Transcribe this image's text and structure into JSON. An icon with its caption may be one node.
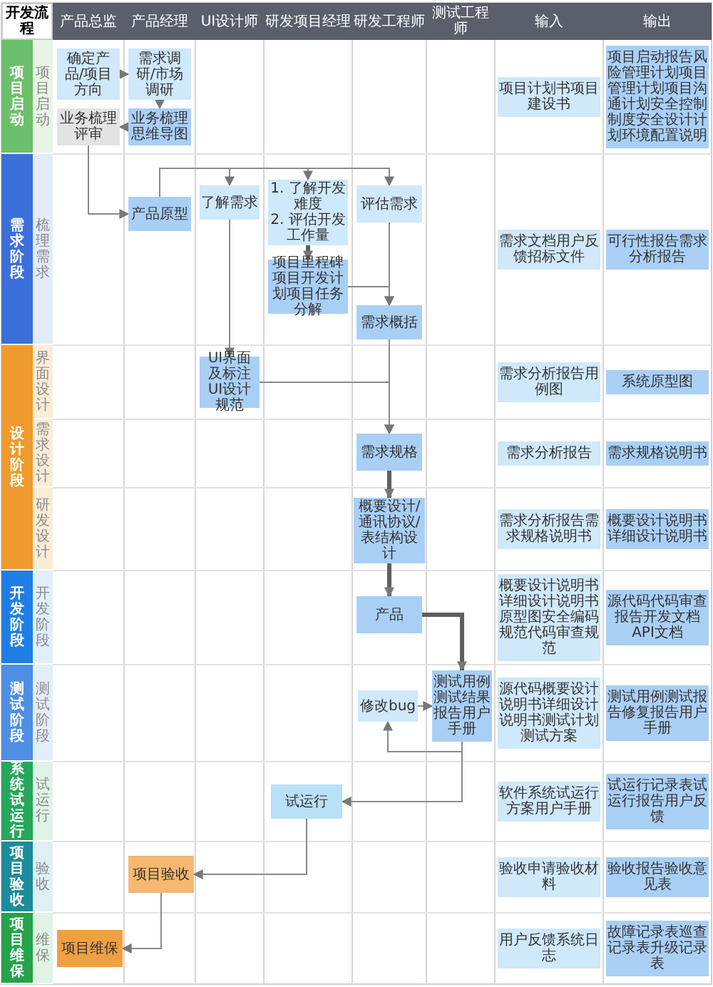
{
  "diagram": {
    "title": "开发流程",
    "nodes": [
      {
        "text": [
          "确定产品/项目方向"
        ]
      },
      {
        "text": [
          "需求调研/市场调研"
        ]
      },
      {
        "text": [
          "业务梳理思维导图"
        ]
      },
      {
        "text": [
          "业务梳理评审"
        ]
      },
      {
        "text": [
          "产品原型"
        ]
      },
      {
        "text": [
          "了解需求"
        ]
      },
      {
        "text": [
          "1. 了解开发难度",
          "2. 评估开发工作量"
        ]
      },
      {
        "text": [
          "评估需求"
        ]
      },
      {
        "text": [
          "项目里程碑项目开发计划项目任务分解"
        ]
      },
      {
        "text": [
          "需求概括"
        ]
      },
      {
        "text": [
          "UI界面及标注UI设计规范"
        ]
      },
      {
        "text": [
          "需求规格"
        ]
      },
      {
        "text": [
          "概要设计/通讯协议/表结构设计"
        ]
      },
      {
        "text": [
          "产品"
        ]
      },
      {
        "text": [
          "修改bug"
        ]
      },
      {
        "text": [
          "测试用例测试结果报告用户手册"
        ]
      },
      {
        "text": [
          "试运行"
        ]
      },
      {
        "text": [
          "项目验收"
        ]
      },
      {
        "text": [
          "项目维保"
        ]
      },
      {
        "text": [
          "项目计划书项目建设书"
        ]
      },
      {
        "text": [
          "项目启动报告风险管理计划项目管理计划项目沟通计划安全控制制度安全设计计划环境配置说明"
        ]
      },
      {
        "text": [
          "需求文档用户反馈招标文件"
        ]
      },
      {
        "text": [
          "可行性报告需求分析报告"
        ]
      },
      {
        "text": [
          "需求分析报告用例图"
        ]
      },
      {
        "text": [
          "系统原型图"
        ]
      },
      {
        "text": [
          "需求分析报告"
        ]
      },
      {
        "text": [
          "需求规格说明书"
        ]
      },
      {
        "text": [
          "需求分析报告需求规格说明书"
        ]
      },
      {
        "text": [
          "概要设计说明书详细设计说明书"
        ]
      },
      {
        "text": [
          "概要设计说明书详细设计说明书原型图安全编码规范代码审查规范"
        ]
      },
      {
        "text": [
          "源代码代码审查报告开发文档API文档"
        ]
      },
      {
        "text": [
          "源代码概要设计说明书详细设计说明书测试计划测试方案"
        ]
      },
      {
        "text": [
          "测试用例测试报告修复报告用户手册"
        ]
      },
      {
        "text": [
          "软件系统试运行方案用户手册"
        ]
      },
      {
        "text": [
          "试运行记录表试运行报告用户反馈"
        ]
      },
      {
        "text": [
          "验收申请验收材料"
        ]
      },
      {
        "text": [
          "验收报告验收意见表"
        ]
      },
      {
        "text": [
          "用户反馈系统日志"
        ]
      },
      {
        "text": [
          "故障记录表巡查记录表升级记录表"
        ]
      }
    ],
    "edges": [
      {
        "from": 0,
        "to": 1,
        "arrow": "to"
      },
      {
        "from": 1,
        "to": 2,
        "arrow": "to"
      },
      {
        "from": 2,
        "to": 3,
        "arrow": "to"
      },
      {
        "from": 3,
        "to": 4,
        "arrow": "to"
      },
      {
        "from": 4,
        "to": 5,
        "arrow": "to"
      },
      {
        "from": 4,
        "to": 6,
        "arrow": "to"
      },
      {
        "from": 4,
        "to": 7,
        "arrow": "to"
      },
      {
        "from": 5,
        "to": 10,
        "arrow": "to"
      },
      {
        "from": 6,
        "to": 8,
        "arrow": "to",
        "style": "thick"
      },
      {
        "from": 7,
        "to": 9,
        "arrow": "to"
      },
      {
        "from": 8,
        "to": 9,
        "arrow": "to"
      },
      {
        "from": 9,
        "to": 11,
        "arrow": "to"
      },
      {
        "from": 10,
        "to": 11,
        "arrow": "to"
      },
      {
        "from": 11,
        "to": 12,
        "arrow": "to",
        "style": "thick"
      },
      {
        "from": 12,
        "to": 13,
        "arrow": "to",
        "style": "thick"
      },
      {
        "from": 13,
        "to": 15,
        "arrow": "to",
        "style": "thick"
      },
      {
        "from": 14,
        "to": 15,
        "arrow": "to"
      },
      {
        "from": 15,
        "to": 14,
        "arrow": "to"
      },
      {
        "from": 15,
        "to": 16,
        "arrow": "to"
      },
      {
        "from": 16,
        "to": 17,
        "arrow": "to"
      },
      {
        "from": 17,
        "to": 18,
        "arrow": "to"
      }
    ],
    "labels": [
      "产品总监",
      "产品经理",
      "UI设计师",
      "研发项目经理",
      "研发工程师",
      "测试工程师",
      "输入",
      "输出",
      "项目启动",
      "项目启动",
      "需求阶段",
      "梳理需求",
      "设计阶段",
      "界面设计",
      "需求设计",
      "研发设计",
      "开发阶段",
      "开发阶段",
      "测试阶段",
      "测试阶段",
      "系统试运行",
      "试运行",
      "项目验收",
      "验收",
      "项目维保",
      "维保"
    ]
  }
}
